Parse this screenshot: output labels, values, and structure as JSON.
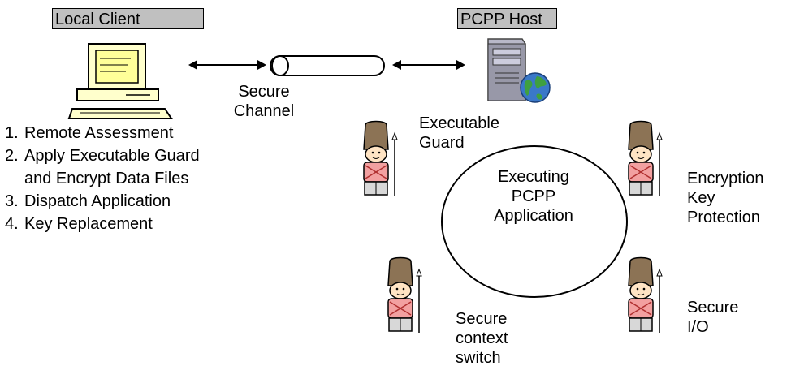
{
  "client": {
    "label": "Local Client"
  },
  "host": {
    "label": "PCPP Host"
  },
  "channel": {
    "line1": "Secure",
    "line2": "Channel"
  },
  "steps": [
    {
      "num": "1.",
      "text": "Remote Assessment"
    },
    {
      "num": "2.",
      "text": "Apply Executable Guard"
    },
    {
      "num": "",
      "text": "and Encrypt Data Files"
    },
    {
      "num": "3.",
      "text": "Dispatch Application"
    },
    {
      "num": "4.",
      "text": "Key Replacement"
    }
  ],
  "app": {
    "line1": "Executing",
    "line2": "PCPP",
    "line3": "Application"
  },
  "guards": {
    "executable": {
      "line1": "Executable",
      "line2": "Guard"
    },
    "encryption": {
      "line1": "Encryption",
      "line2": "Key",
      "line3": "Protection"
    },
    "io": {
      "line1": "Secure",
      "line2": "I/O"
    },
    "context": {
      "line1": "Secure",
      "line2": "context",
      "line3": "switch"
    }
  }
}
